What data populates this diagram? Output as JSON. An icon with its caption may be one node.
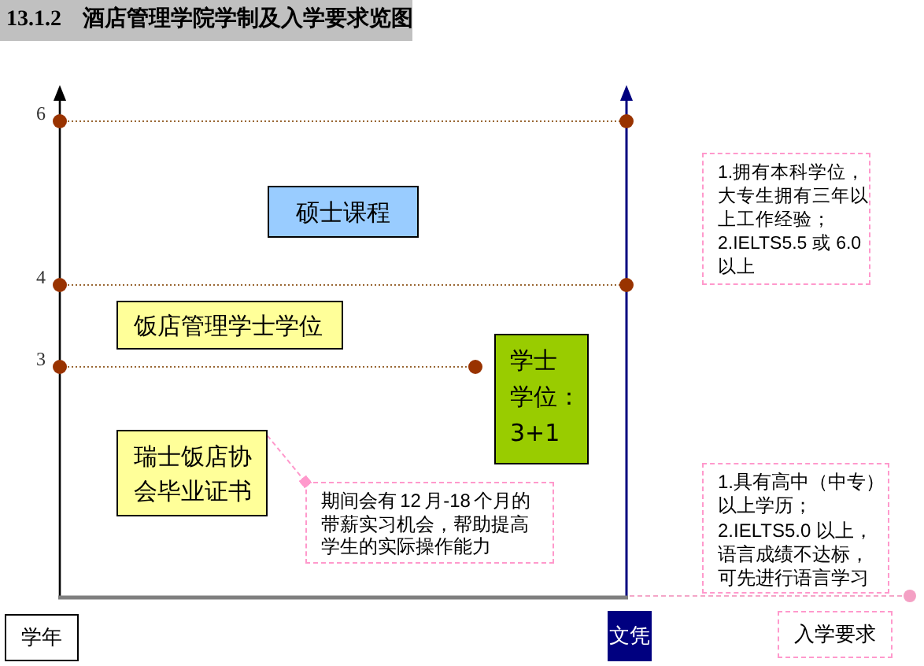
{
  "diagram": {
    "title": "13.1.2 酒店管理学院学制及入学要求览图",
    "nodes": [
      {
        "text": [
          "硕士课程"
        ]
      },
      {
        "text": [
          "饭店管理学士学位"
        ]
      },
      {
        "text": [
          "学士学位：3+1"
        ]
      },
      {
        "text": [
          "瑞士饭店协会毕业证书"
        ]
      },
      {
        "text": [
          "期间会有 12 月-18 个月的带薪实习机会，帮助提高学生的实际操作能力"
        ]
      },
      {
        "text": [
          "1.拥有本科学位，大专生拥有三年以上工作经验；",
          "2.IELTS5.5 或 6.0 以上"
        ]
      },
      {
        "text": [
          "1.具有高中（中专）以上学历；",
          "2.IELTS5.0 以上，语言成绩不达标，可先进行语言学习"
        ]
      },
      {
        "text": [
          "学年"
        ]
      },
      {
        "text": [
          "文凭"
        ]
      },
      {
        "text": [
          "入学要求"
        ]
      }
    ],
    "edges": [
      {
        "from": 4,
        "to": 3,
        "arrow": "other",
        "style": "dashed",
        "color": "#ff99cc"
      }
    ],
    "labels": [
      "6",
      "4",
      "3"
    ]
  }
}
